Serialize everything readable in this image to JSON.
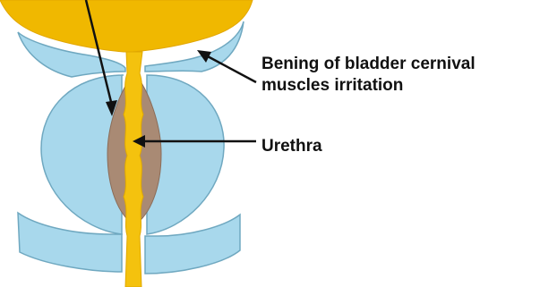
{
  "labels": {
    "bladder_line1": "Bening of bladder cernival",
    "bladder_line2": "muscles irritation",
    "urethra": "Urethra"
  },
  "colors": {
    "bladder_fill": "#f0b800",
    "tissue_fill": "#a8d8ec",
    "tissue_outline": "#6fa8c0",
    "prostate_fill": "#a98a74",
    "urethra_fill": "#f4c20e",
    "arrow": "#111111",
    "background": "#ffffff"
  }
}
